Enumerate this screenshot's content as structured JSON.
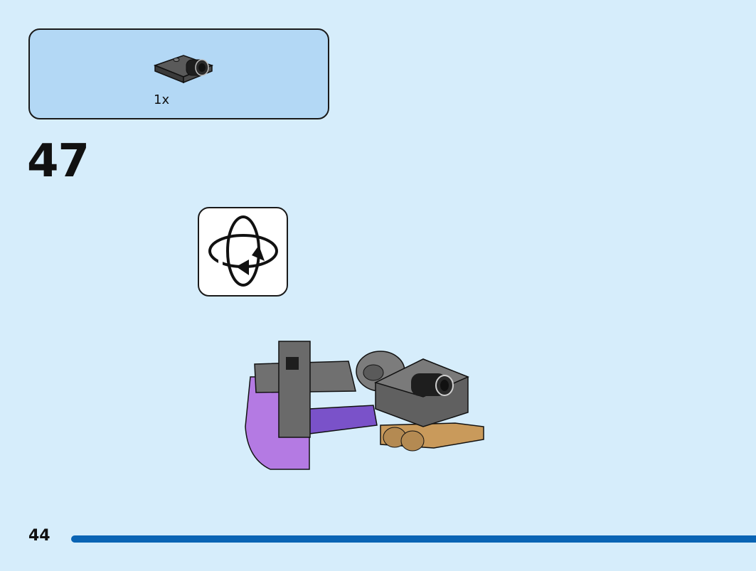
{
  "parts_callout": {
    "items": [
      {
        "quantity": "1x",
        "part_icon": "dark-gray-plate-with-black-clip-icon"
      }
    ]
  },
  "step": {
    "number": "47"
  },
  "rotate_indicator": {
    "icon": "rotate-model-icon"
  },
  "assembly": {
    "icon": "build-assembly-illustration"
  },
  "footer": {
    "page_number": "44",
    "progress": 1.0
  },
  "colors": {
    "background": "#d6edfb",
    "callout_fill": "#b3d8f5",
    "progress_bar": "#0a64b4",
    "purple": "#a96ad9",
    "dark_gray": "#6b6b6b",
    "tan": "#c99a5b"
  }
}
